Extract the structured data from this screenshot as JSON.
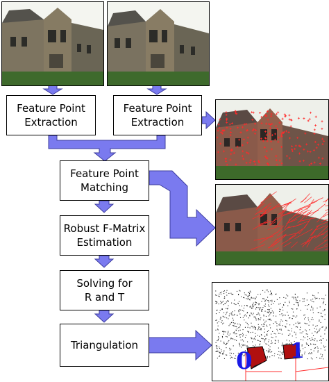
{
  "steps": {
    "extraction_left": {
      "line1": "Feature Point",
      "line2": "Extraction"
    },
    "extraction_right": {
      "line1": "Feature Point",
      "line2": "Extraction"
    },
    "matching": {
      "line1": "Feature Point",
      "line2": "Matching"
    },
    "fmatrix": {
      "line1": "Robust F-Matrix",
      "line2": "Estimation"
    },
    "solving": {
      "line1": "Solving for",
      "line2": "R and T"
    },
    "triangulation": {
      "label": "Triangulation"
    }
  },
  "camera_labels": {
    "left": "0",
    "right": "1"
  },
  "colors": {
    "arrow": "#7a7aef",
    "arrow_stroke": "#3d3d9e",
    "feature_marks": "#ff2a2a",
    "camera_label": "#1a1ae6"
  }
}
